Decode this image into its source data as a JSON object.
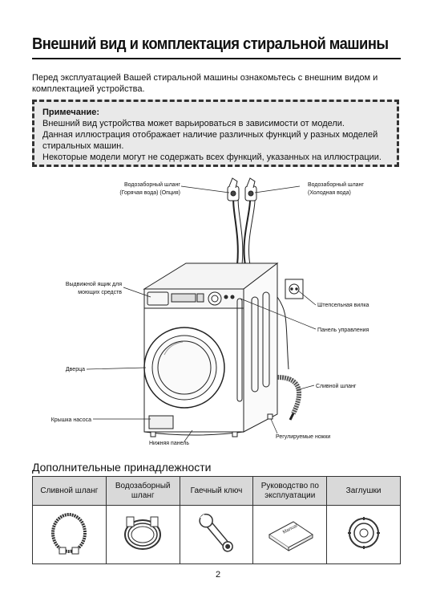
{
  "header": {
    "title": "Внешний вид и комплектация стиральной машины",
    "intro": "Перед эксплуатацией Вашей стиральной машины ознакомьтесь с внешним видом и комплектацией устройства."
  },
  "note": {
    "title": "Примечание:",
    "lines": [
      "Внешний вид устройства может варьироваться в зависимости от модели.",
      "Данная иллюстрация отображает наличие различных функций у разных моделей стиральных машин.",
      "Некоторые модели могут не содержать всех функций, указанных на иллюстрации."
    ]
  },
  "diagram": {
    "labels": {
      "hot_hose_1": "Водозаборный шланг",
      "hot_hose_2": "(Горячая вода) (Опция)",
      "cold_hose_1": "Водозаборный шланг",
      "cold_hose_2": "(Холодная вода)",
      "drawer_1": "Выдвижной ящик для",
      "drawer_2": "моющих средств",
      "plug": "Штепсельная вилка",
      "control_panel": "Панель управления",
      "door": "Дверца",
      "drain_hose": "Сливной шланг",
      "pump_cover": "Крышка насоса",
      "feet": "Регулируемые ножки",
      "bottom_panel": "Нижняя панель"
    }
  },
  "accessories": {
    "title": "Дополнительные принадлежности",
    "columns": [
      {
        "label": "Сливной шланг",
        "icon": "drain-hose-icon"
      },
      {
        "label": "Водозаборный шланг",
        "icon": "inlet-hose-icon"
      },
      {
        "label": "Гаечный ключ",
        "icon": "wrench-icon"
      },
      {
        "label": "Руководство по эксплуатации",
        "icon": "manual-icon"
      },
      {
        "label": "Заглушки",
        "icon": "caps-icon"
      }
    ],
    "manual_cover_text": "Manual"
  },
  "footer": {
    "page_number": "2"
  }
}
